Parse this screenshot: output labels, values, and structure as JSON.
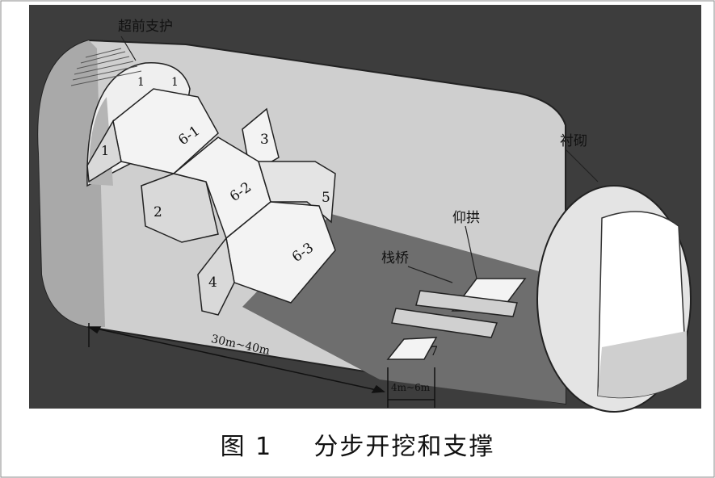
{
  "labels": {
    "advance_support": "超前支护",
    "lining": "衬砌",
    "invert": "仰拱",
    "trestle": "栈桥",
    "step_6_1": "6-1",
    "step_6_2": "6-2",
    "step_6_3": "6-3",
    "step_1": "1",
    "step_1_top_a": "1",
    "step_1_top_b": "1",
    "step_2": "2",
    "step_3": "3",
    "step_4": "4",
    "step_5": "5",
    "step_7": "7",
    "dim_long": "30m~40m",
    "dim_short": "4m~6m"
  },
  "caption": {
    "number": "图 1",
    "title": "分步开挖和支撑"
  },
  "colors": {
    "background": "#3d3d3d",
    "tunnel_shell": "#cfcfcf",
    "tunnel_face": "#e4e4e4",
    "blocks_light": "#f3f3f3",
    "blocks_mid": "#d9d9d9",
    "blocks_dark": "#b5b5b5"
  }
}
